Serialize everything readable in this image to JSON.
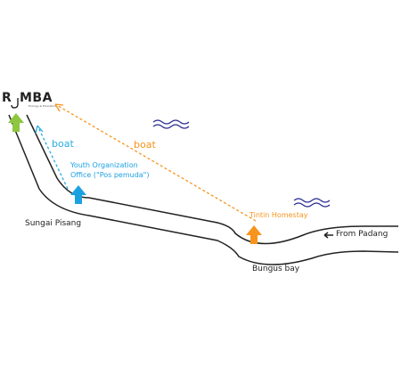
{
  "logo": {
    "letter": "R",
    "rest": "MBA",
    "tagline": "Ecology & Education"
  },
  "labels": {
    "boat_left": "boat",
    "boat_right": "boat",
    "youth_line1": "Youth Organization",
    "youth_line2": "Office (\"Pos pemuda\")",
    "tintin": "Tintin Homestay",
    "sungai": "Sungai Pisang",
    "bungus": "Bungus bay",
    "from_padang": "From Padang"
  },
  "colors": {
    "coast": "#222222",
    "arrow_green": "#8dc63f",
    "arrow_blue": "#1ba1e2",
    "arrow_orange": "#f7941d",
    "boat_blue": "#29abe2",
    "boat_orange": "#f7941d",
    "wave": "#2e3192"
  },
  "icons": {
    "waves": "wave-icon",
    "markers": "location-arrow-icon"
  }
}
